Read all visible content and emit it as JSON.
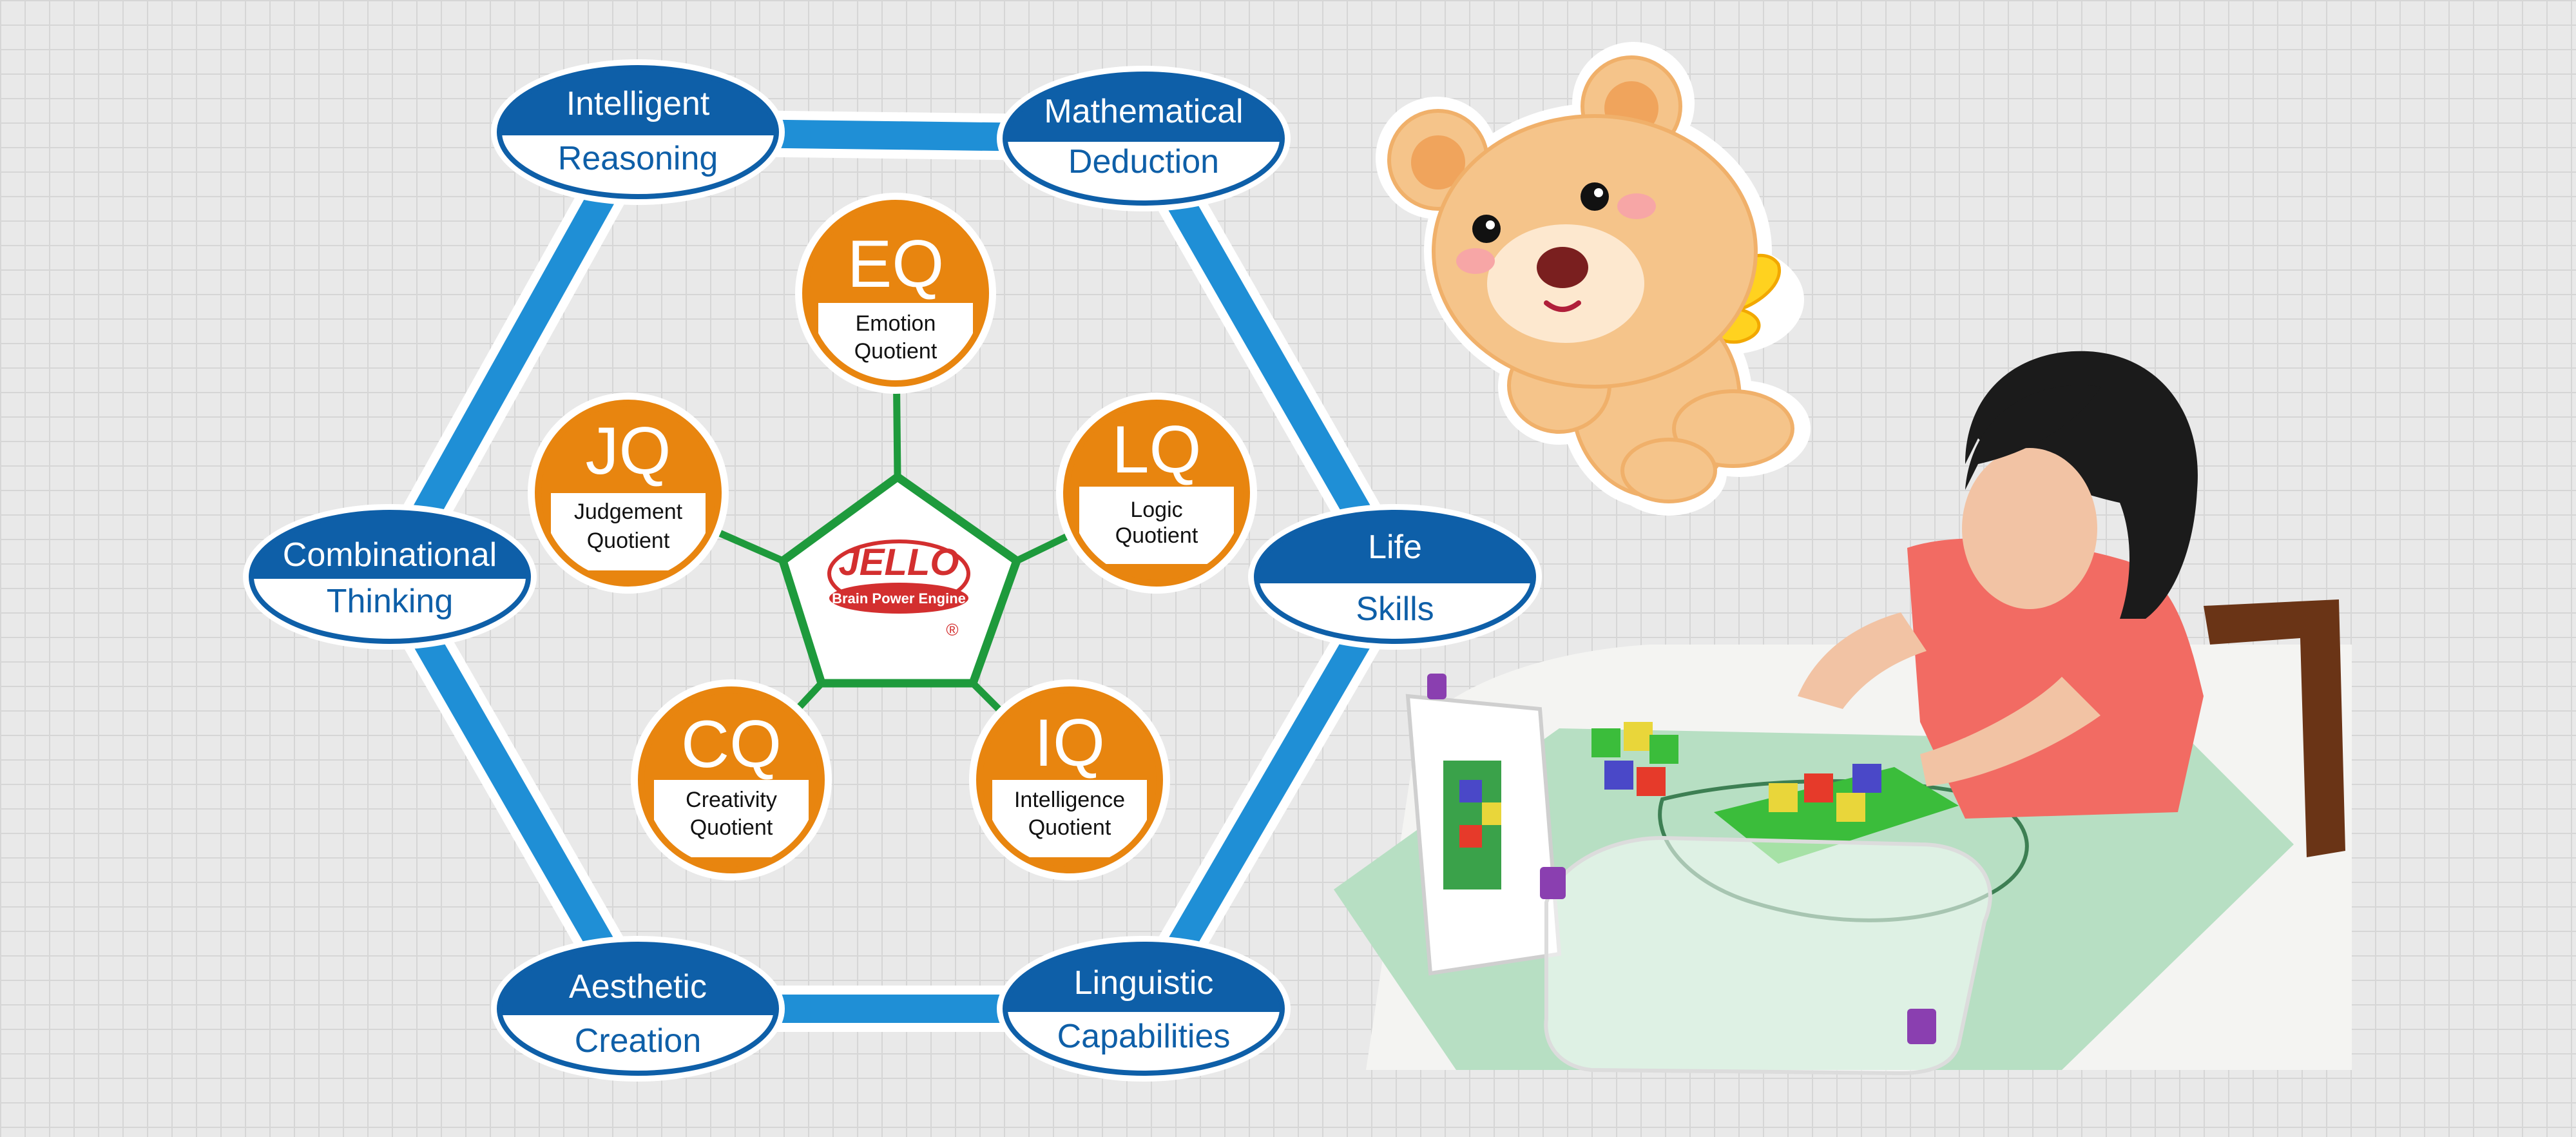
{
  "outer_nodes": [
    {
      "line1": "Intelligent",
      "line2": "Reasoning"
    },
    {
      "line1": "Mathematical",
      "line2": "Deduction"
    },
    {
      "line1": "Life",
      "line2": "Skills"
    },
    {
      "line1": "Linguistic",
      "line2": "Capabilities"
    },
    {
      "line1": "Aesthetic",
      "line2": "Creation"
    },
    {
      "line1": "Combinational",
      "line2": "Thinking"
    }
  ],
  "quotients": [
    {
      "abbr": "EQ",
      "line1": "Emotion",
      "line2": "Quotient"
    },
    {
      "abbr": "LQ",
      "line1": "Logic",
      "line2": "Quotient"
    },
    {
      "abbr": "IQ",
      "line1": "Intelligence",
      "line2": "Quotient"
    },
    {
      "abbr": "CQ",
      "line1": "Creativity",
      "line2": "Quotient"
    },
    {
      "abbr": "JQ",
      "line1": "Judgement",
      "line2": "Quotient"
    }
  ],
  "center_logo": {
    "brand": "JELLO",
    "tagline": "Brain Power Engine",
    "mark": "®"
  },
  "colors": {
    "hex_line": "#1f8fd6",
    "oval_dark": "#0e5fa8",
    "oval_text_light": "#ffffff",
    "oval_text_dark": "#0e5fa8",
    "quotient_orange": "#e8850f",
    "pentagon_green": "#1e9a3c",
    "bear_fur": "#f5c48a",
    "wing": "#ffd21f"
  },
  "icons": [
    "bear-mascot-icon",
    "child-playing-blocks-photo"
  ]
}
